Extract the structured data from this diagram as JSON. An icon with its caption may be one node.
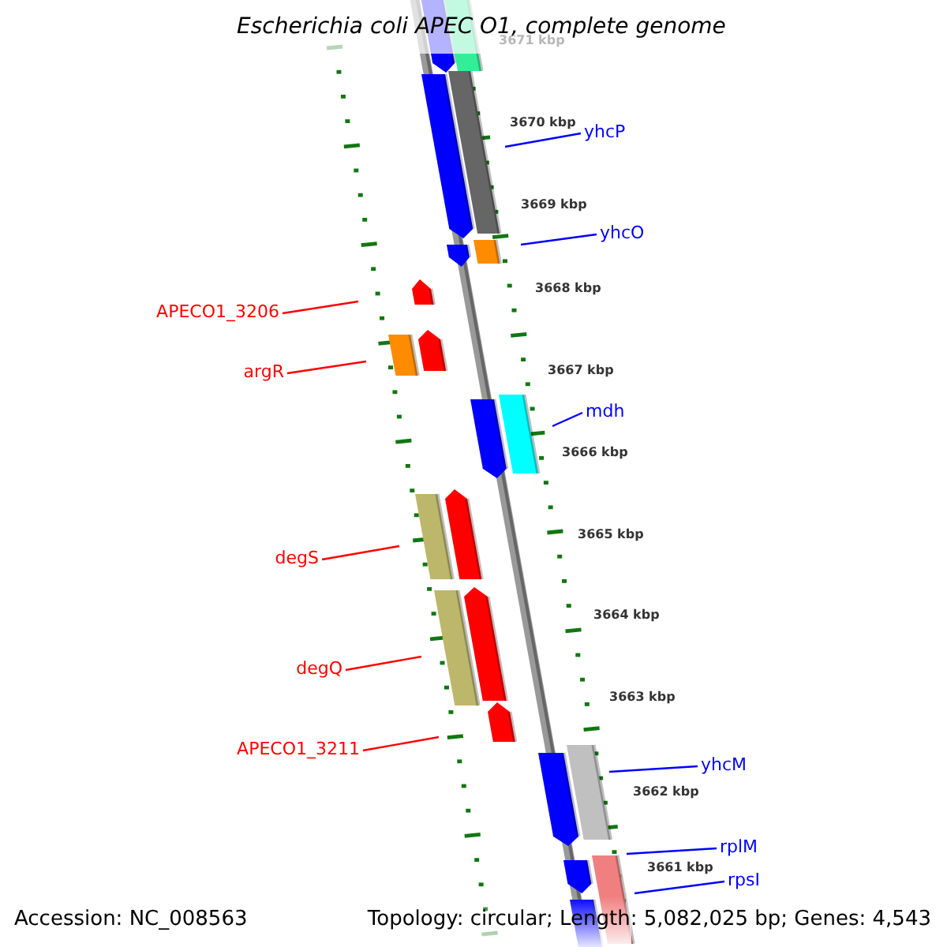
{
  "diagram": {
    "title": "Escherichia coli APEC O1, complete genome",
    "nodes": [
      {
        "text": [
          "yhcP"
        ]
      },
      {
        "text": [
          "yhcO"
        ]
      },
      {
        "text": [
          "APECO1_3206"
        ]
      },
      {
        "text": [
          "argR"
        ]
      },
      {
        "text": [
          "mdh"
        ]
      },
      {
        "text": [
          "degS"
        ]
      },
      {
        "text": [
          "degQ"
        ]
      },
      {
        "text": [
          "APECO1_3211"
        ]
      },
      {
        "text": [
          "yhcM"
        ]
      },
      {
        "text": [
          "rplM"
        ]
      },
      {
        "text": [
          "rpsI"
        ]
      }
    ],
    "edges": [
      {
        "from": 0,
        "to": null,
        "arrow": "none"
      },
      {
        "from": 1,
        "to": null,
        "arrow": "none"
      },
      {
        "from": 2,
        "to": null,
        "arrow": "none",
        "color": "#ff0000"
      },
      {
        "from": 3,
        "to": null,
        "arrow": "none",
        "color": "#ff0000"
      },
      {
        "from": 4,
        "to": null,
        "arrow": "none"
      },
      {
        "from": 5,
        "to": null,
        "arrow": "none",
        "color": "#ff0000"
      },
      {
        "from": 6,
        "to": null,
        "arrow": "none",
        "color": "#ff0000"
      },
      {
        "from": 7,
        "to": null,
        "arrow": "none",
        "color": "#ff0000"
      },
      {
        "from": 8,
        "to": null,
        "arrow": "none"
      },
      {
        "from": 9,
        "to": null,
        "arrow": "none"
      },
      {
        "from": 10,
        "to": null,
        "arrow": "none"
      }
    ],
    "labels": [
      "3671 kbp",
      "3670 kbp",
      "3669 kbp",
      "3668 kbp",
      "3667 kbp",
      "3666 kbp",
      "3665 kbp",
      "3664 kbp",
      "3663 kbp",
      "3662 kbp",
      "3661 kbp",
      "Accession: NC_008563",
      "Topology: circular; Length: 5,082,025 bp; Genes: 4,543"
    ]
  }
}
